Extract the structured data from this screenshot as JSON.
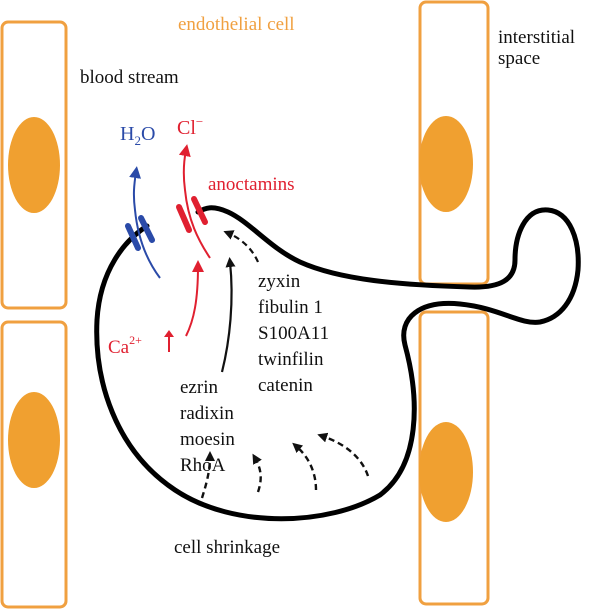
{
  "labels": {
    "endothelial_cell": "endothelial cell",
    "blood_stream": "blood stream",
    "interstitial_space_line1": "interstitial",
    "interstitial_space_line2": "space",
    "water": "H",
    "water_sub": "2",
    "water_tail": "O",
    "chloride": "Cl",
    "chloride_sup": "−",
    "anoctamins": "anoctamins",
    "calcium": "Ca",
    "calcium_sup": "2+",
    "proteins_right": [
      "zyxin",
      "fibulin 1",
      "S100A11",
      "twinfilin",
      "catenin"
    ],
    "proteins_left": [
      "ezrin",
      "radixin",
      "moesin",
      "RhoA"
    ],
    "cell_shrinkage": "cell shrinkage"
  },
  "colors": {
    "cell_outline": "#f0a040",
    "nucleus": "#f0a030",
    "water": "#2a4aa8",
    "chloride": "#e02030",
    "membrane": "#000000",
    "text": "#111111"
  }
}
